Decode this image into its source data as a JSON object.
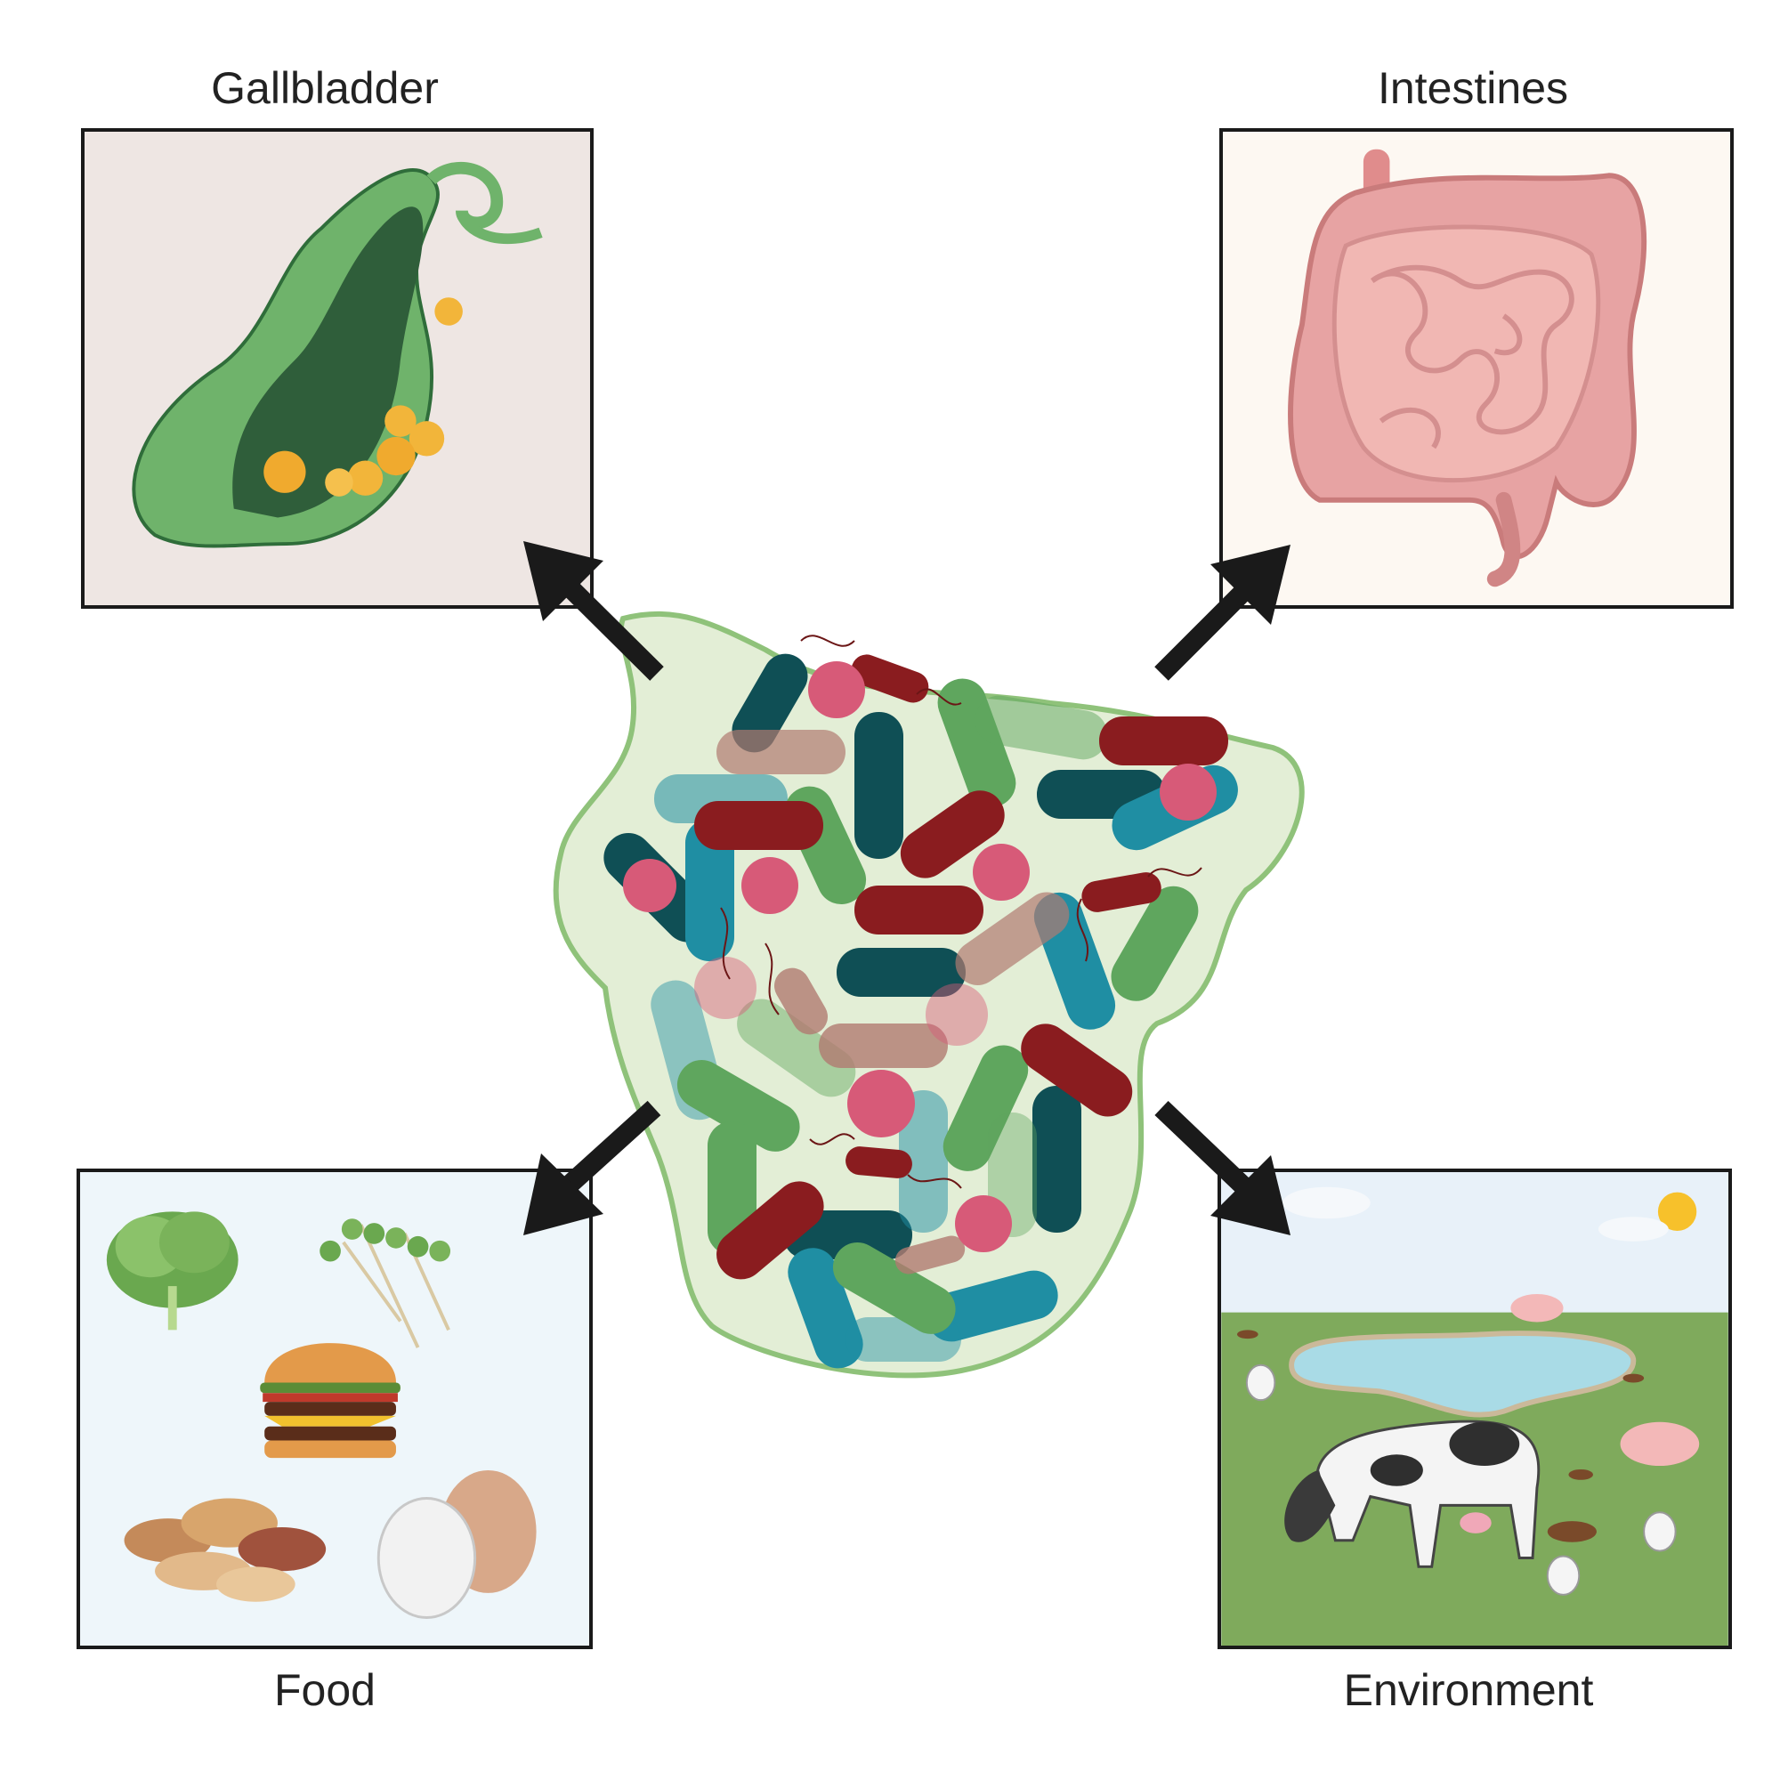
{
  "center": {
    "name": "bacteria-cluster"
  },
  "panels": {
    "gallbladder": {
      "label": "Gallbladder",
      "bg": "#eee6e3"
    },
    "intestines": {
      "label": "Intestines",
      "bg": "#fdf8f2"
    },
    "food": {
      "label": "Food",
      "bg": "#eef6fa"
    },
    "environment": {
      "label": "Environment",
      "bg": "#e8f1f9"
    }
  },
  "colors": {
    "arrow": "#1a1a1a",
    "blob_fill": "#e3eed6",
    "blob_stroke": "#8fc27a",
    "dark_teal": "#0f4f55",
    "teal": "#1f8ea3",
    "green": "#5fa65e",
    "dark_red": "#8a1c1f",
    "pink": "#d75a78",
    "mauve": "#b07a70"
  }
}
